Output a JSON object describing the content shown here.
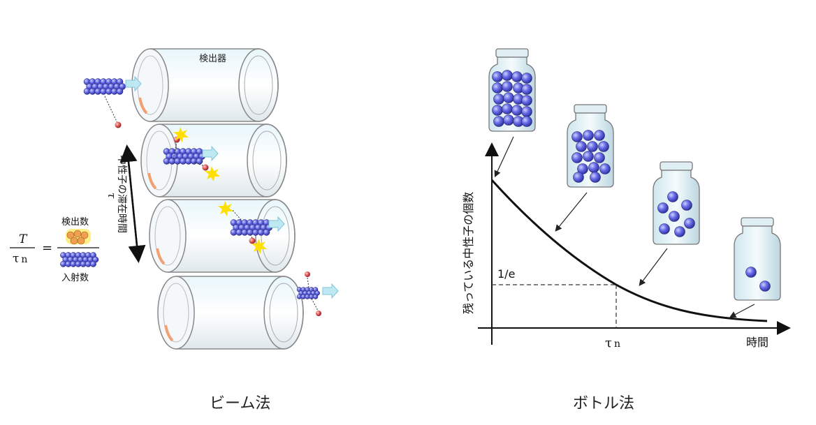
{
  "beam": {
    "caption": "ビーム法",
    "detector_label": "検出器",
    "tau_symbol": "τ",
    "residence_label": "中性子の滞在時間",
    "formula": {
      "numerator": "T",
      "denominator_base": "τ",
      "denominator_sub": "n",
      "equals": "=",
      "detected_label": "検出数",
      "incident_label": "入射数"
    }
  },
  "bottle": {
    "caption": "ボトル法",
    "ylabel": "残っている中性子の個数",
    "xlabel": "時間",
    "one_over_e": "1/e",
    "tau_base": "τ",
    "tau_sub": "n"
  },
  "colors": {
    "ball": "#5a5ee0",
    "proton": "#e05a5a",
    "glass": "#cfe8f2",
    "spark": "#ffe000",
    "curve": "#111111"
  }
}
